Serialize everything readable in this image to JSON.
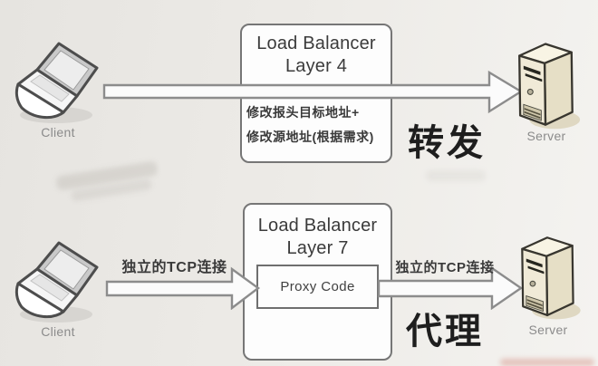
{
  "colors": {
    "background": "#eceae6",
    "box_border": "#767676",
    "arrow_outline": "#8c8c8c",
    "title_text": "#3b3b3b",
    "mode_text": "#1e1e1e",
    "node_label_text": "#8b8b8b",
    "server_body": "#f0ead7"
  },
  "top_flow": {
    "client_label": "Client",
    "server_label": "Server",
    "box": {
      "title_line1": "Load Balancer",
      "title_line2": "Layer 4",
      "note_line1": "修改报头目标地址+",
      "note_line2": "修改源地址(根据需求)"
    },
    "mode_label": "转发"
  },
  "bottom_flow": {
    "client_label": "Client",
    "server_label": "Server",
    "box": {
      "title_line1": "Load Balancer",
      "title_line2": "Layer 7",
      "inner_box_label": "Proxy Code"
    },
    "arrow_in_label": "独立的TCP连接",
    "arrow_out_label": "独立的TCP连接",
    "mode_label": "代理"
  }
}
